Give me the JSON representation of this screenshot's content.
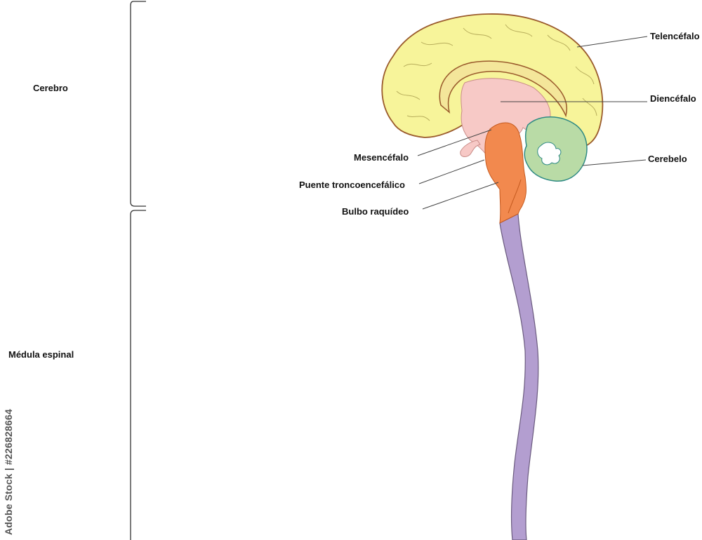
{
  "regions": {
    "cerebro": "Cerebro",
    "medula": "Médula espinal"
  },
  "labels": {
    "telencefalo": "Telencéfalo",
    "diencefalo": "Diencéfalo",
    "cerebelo": "Cerebelo",
    "mesencefalo": "Mesencéfalo",
    "puente": "Puente troncoencefálico",
    "bulbo": "Bulbo raquídeo"
  },
  "watermark": "Adobe Stock | #226828664",
  "colors": {
    "telencephalon": "#f7f49a",
    "telencephalon_outline": "#9a5a2c",
    "diencephalon": "#f7c9c6",
    "brainstem": "#f2894e",
    "cerebellum": "#b9dba6",
    "cerebellum_outline": "#2f8a84",
    "spinal_cord": "#b39ed0",
    "leader_line": "#444444"
  }
}
